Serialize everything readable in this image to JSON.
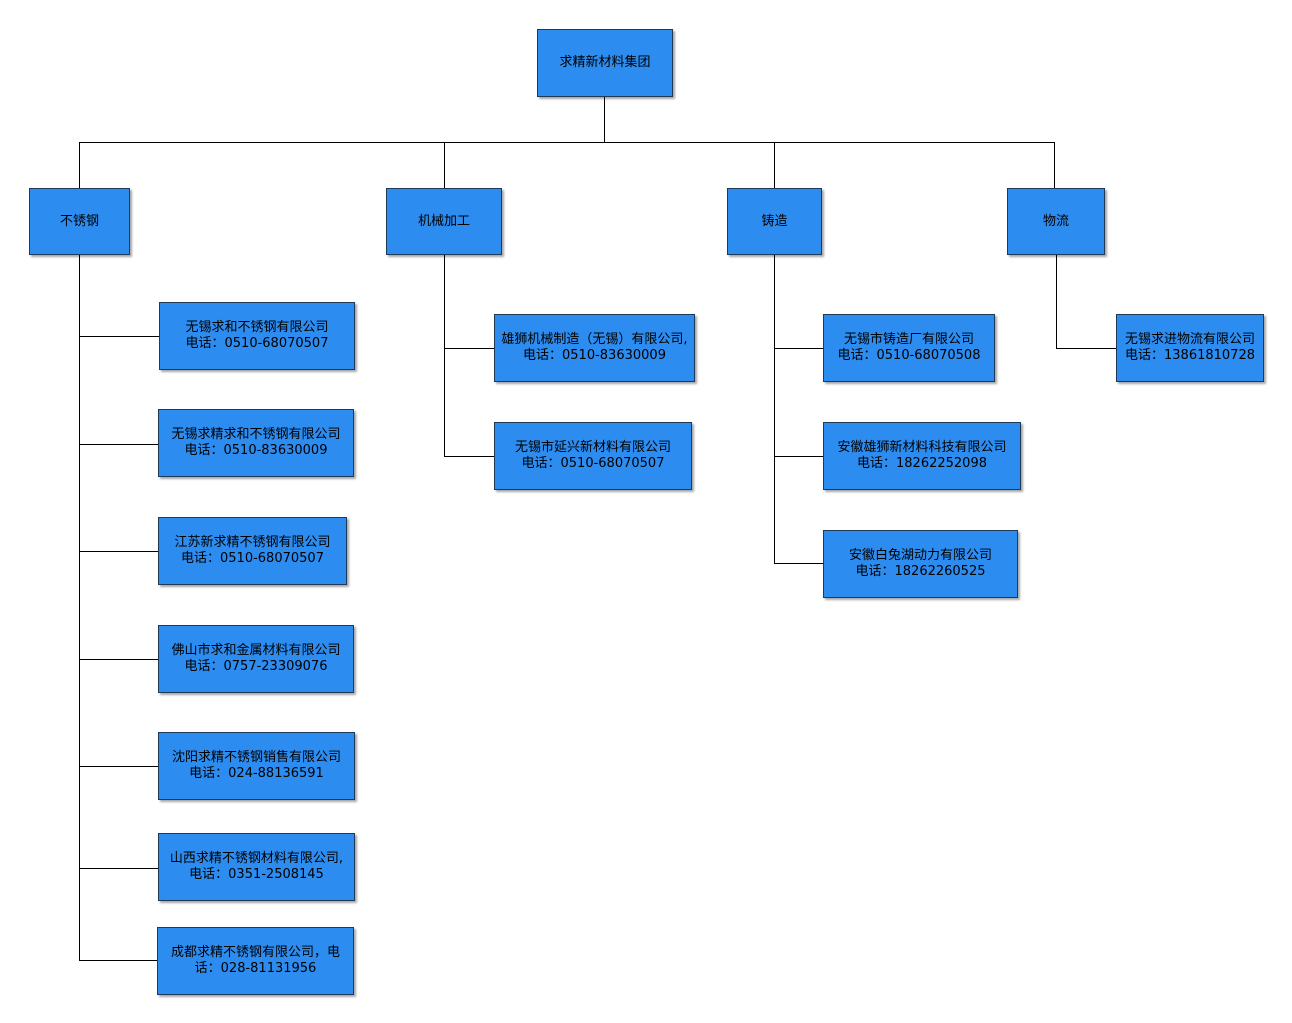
{
  "colors": {
    "box_fill": "#2d8cf0",
    "box_border": "#1f3a57",
    "line": "#000000"
  },
  "root": {
    "label": "求精新材料集团"
  },
  "divisions": [
    {
      "label": "不锈钢",
      "companies": [
        {
          "line1": "无锡求和不锈钢有限公司",
          "line2": "电话：0510-68070507"
        },
        {
          "line1": "无锡求精求和不锈钢有限公司",
          "line2": "电话：0510-83630009"
        },
        {
          "line1": "江苏新求精不锈钢有限公司",
          "line2": "电话：0510-68070507"
        },
        {
          "line1": "佛山市求和金属材料有限公司",
          "line2": "电话：0757-23309076"
        },
        {
          "line1": "沈阳求精不锈钢销售有限公司",
          "line2": "电话：024-88136591"
        },
        {
          "line1": "山西求精不锈钢材料有限公司,",
          "line2": "电话：0351-2508145"
        },
        {
          "line1": "成都求精不锈钢有限公司，电",
          "line2": "话：028-81131956"
        }
      ]
    },
    {
      "label": "机械加工",
      "companies": [
        {
          "line1": "雄狮机械制造（无锡）有限公司,",
          "line2": "电话：0510-83630009"
        },
        {
          "line1": "无锡市延兴新材料有限公司",
          "line2": "电话：0510-68070507"
        }
      ]
    },
    {
      "label": "铸造",
      "companies": [
        {
          "line1": "无锡市铸造厂有限公司",
          "line2": "电话：0510-68070508"
        },
        {
          "line1": "安徽雄狮新材料科技有限公司",
          "line2": "电话：18262252098"
        },
        {
          "line1": "安徽白兔湖动力有限公司",
          "line2": "电话：18262260525"
        }
      ]
    },
    {
      "label": "物流",
      "companies": [
        {
          "line1": "无锡求进物流有限公司",
          "line2": "电话：13861810728"
        }
      ]
    }
  ]
}
